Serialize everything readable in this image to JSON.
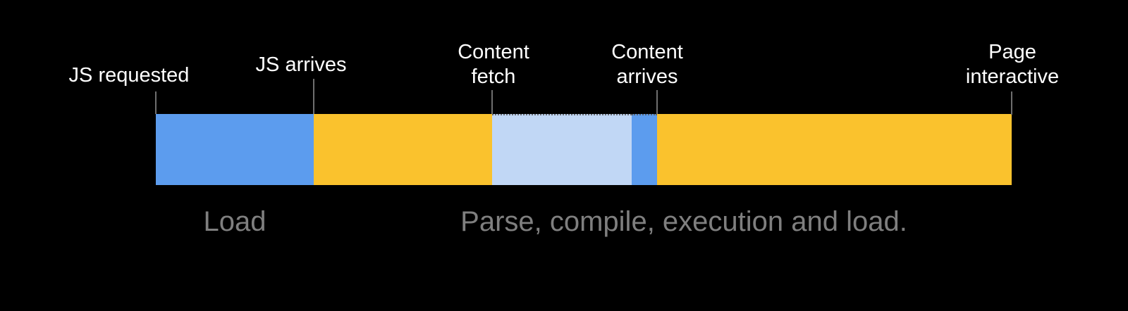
{
  "diagram": {
    "title_hint": "JavaScript loading timeline",
    "background": "#000000",
    "colors": {
      "blue": "#5c9cee",
      "yellow": "#fac22d",
      "light_blue": "#c1d7f5",
      "tick": "#6e6e6e",
      "marker_text": "#ffffff",
      "caption_text": "#7f7f7f"
    },
    "markers": {
      "js_requested": {
        "line1": "JS requested"
      },
      "js_arrives": {
        "line1": "JS arrives"
      },
      "content_fetch": {
        "line1": "Content",
        "line2": "fetch"
      },
      "content_arrives": {
        "line1": "Content",
        "line2": "arrives"
      },
      "page_interactive": {
        "line1": "Page",
        "line2": "interactive"
      }
    },
    "segments": [
      {
        "order": 1,
        "color": "#5c9cee",
        "from": "JS requested",
        "to": "JS arrives"
      },
      {
        "order": 2,
        "color": "#fac22d",
        "from": "JS arrives",
        "to": "Content fetch"
      },
      {
        "order": 3,
        "color": "#c1d7f5",
        "from": "Content fetch",
        "to": "just before Content arrives",
        "dotted_top": true
      },
      {
        "order": 4,
        "color": "#5c9cee",
        "from": "just before Content arrives",
        "to": "Content arrives",
        "dotted_top": true
      },
      {
        "order": 5,
        "color": "#fac22d",
        "from": "Content arrives",
        "to": "Page interactive"
      }
    ],
    "captions": {
      "load": "Load",
      "parse": "Parse, compile, execution and load."
    }
  }
}
